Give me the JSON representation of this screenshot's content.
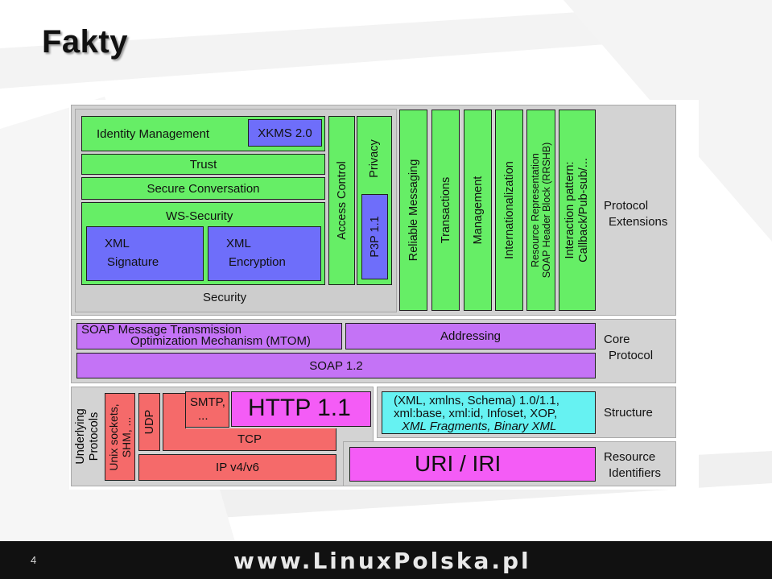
{
  "slide": {
    "title": "Fakty",
    "page_number": "4",
    "brand": "www.LinuxPolska.pl"
  },
  "diagram": {
    "security": {
      "identity_management": "Identity Management",
      "xkms": "XKMS 2.0",
      "trust": "Trust",
      "secure_conversation": "Secure Conversation",
      "ws_security": "WS-Security",
      "xml_signature_1": "XML",
      "xml_signature_2": "Signature",
      "xml_encryption_1": "XML",
      "xml_encryption_2": "Encryption",
      "access_control": "Access Control",
      "privacy": "Privacy",
      "p3p": "P3P 1.1",
      "label": "Security"
    },
    "extensions": {
      "reliable_messaging": "Reliable Messaging",
      "transactions": "Transactions",
      "management": "Management",
      "internationalization": "Internationalization",
      "resource_rep_1": "Resource Representation",
      "resource_rep_2": "SOAP Header Block (RRSHB)",
      "interaction_1": "Interaction pattern:",
      "interaction_2": "Callback/Pub-sub/...",
      "label_1": "Protocol",
      "label_2": "Extensions"
    },
    "core": {
      "mtom_1": "SOAP Message Transmission",
      "mtom_2": "Optimization Mechanism (MTOM)",
      "addressing": "Addressing",
      "soap": "SOAP 1.2",
      "label_1": "Core",
      "label_2": "Protocol"
    },
    "underlying": {
      "label_1": "Underlying",
      "label_2": "Protocols",
      "unix_1": "Unix sockets,",
      "unix_2": "SHM, ...",
      "udp": "UDP",
      "smtp_1": "SMTP,",
      "smtp_2": "...",
      "http": "HTTP 1.1",
      "tcp": "TCP",
      "ip": "IP v4/v6"
    },
    "structure": {
      "line_1": "(XML, xmlns, Schema) 1.0/1.1,",
      "line_2": "xml:base, xml:id, Infoset, XOP,",
      "line_3": "XML Fragments, Binary XML",
      "label": "Structure"
    },
    "resource": {
      "uri": "URI / IRI",
      "label_1": "Resource",
      "label_2": "Identifiers"
    }
  }
}
